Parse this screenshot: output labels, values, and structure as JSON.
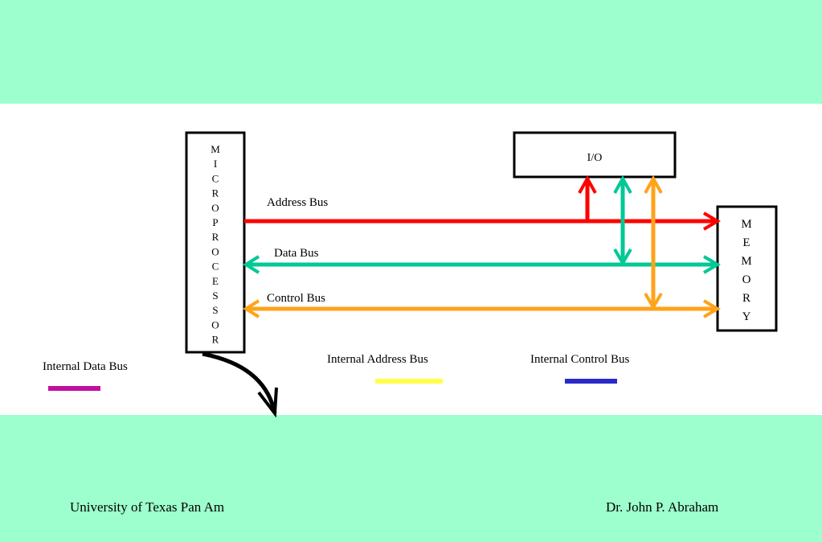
{
  "colors": {
    "background": "#9effce",
    "address_bus": "#ff0000",
    "data_bus": "#00c896",
    "control_bus": "#ffa31a",
    "internal_data_bus": "#c0109e",
    "internal_address_bus": "#ffff4a",
    "internal_control_bus": "#2a2ac8"
  },
  "blocks": {
    "microprocessor": "MICROPROCESSOR",
    "io": "I/O",
    "memory": "MEMORY"
  },
  "buses": {
    "address": "Address Bus",
    "data": "Data Bus",
    "control": "Control Bus"
  },
  "legend": {
    "internal_data": "Internal Data Bus",
    "internal_address": "Internal Address Bus",
    "internal_control": "Internal Control Bus"
  },
  "footer": {
    "left": "University of Texas Pan Am",
    "right": "Dr. John P. Abraham"
  }
}
